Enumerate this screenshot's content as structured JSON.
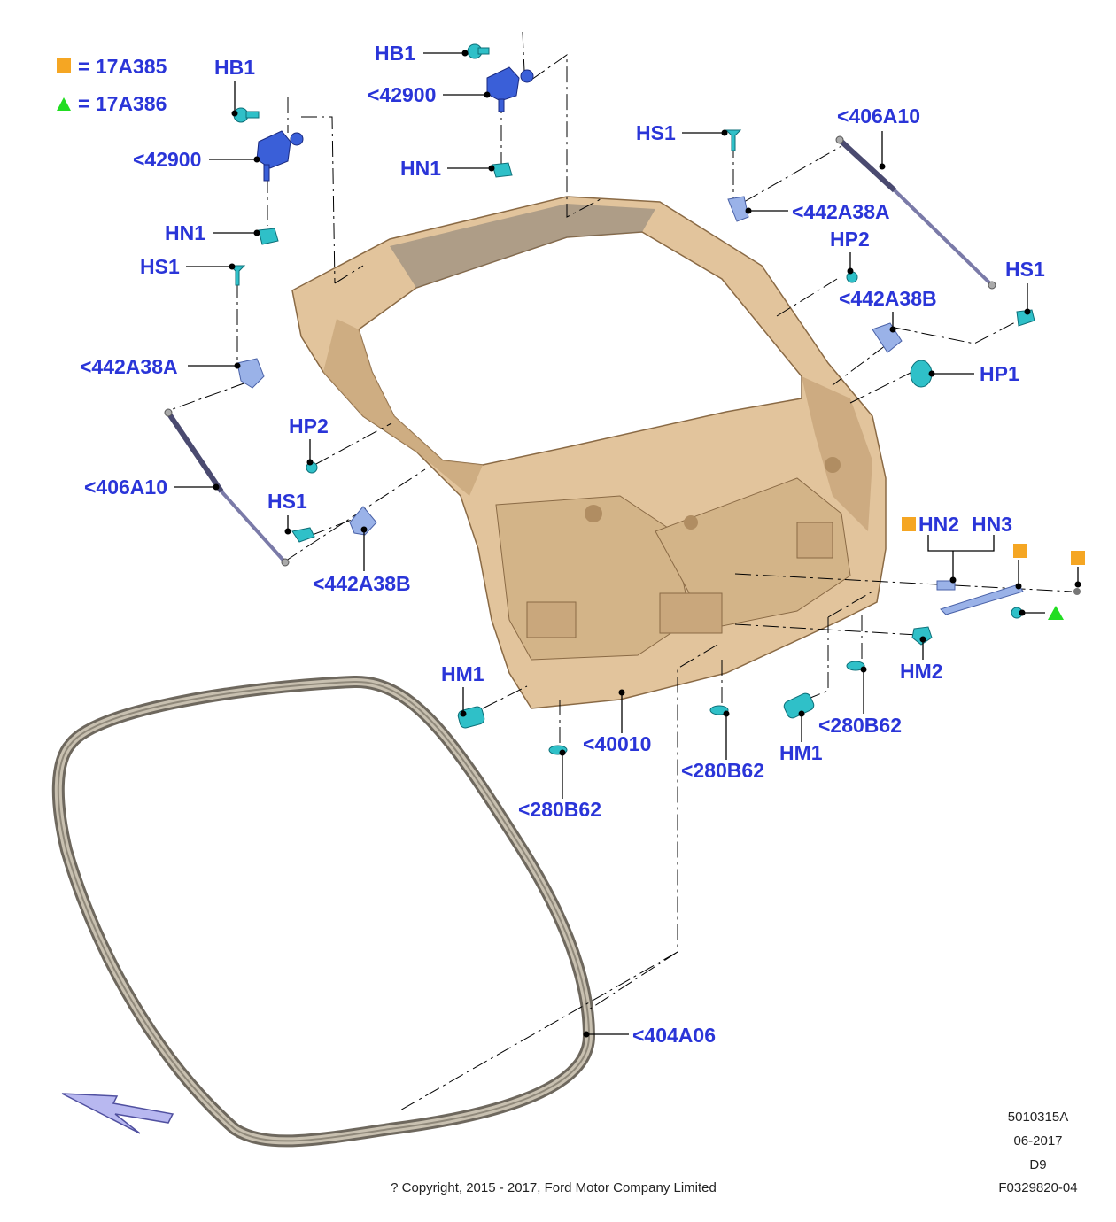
{
  "legend": {
    "square": {
      "label": "= 17A385",
      "color": "#f5a623"
    },
    "triangle": {
      "label": "= 17A386",
      "color": "#22dd22"
    }
  },
  "callouts": {
    "hb1_left": "HB1",
    "p42900_left": "<42900",
    "hn1_left": "HN1",
    "hs1_left_top": "HS1",
    "p442a38a_left": "<442A38A",
    "p406a10_left": "<406A10",
    "hp2_left": "HP2",
    "hs1_left_bottom": "HS1",
    "p442a38b_left": "<442A38B",
    "hb1_top": "HB1",
    "p42900_top": "<42900",
    "hn1_top": "HN1",
    "hs1_right_top": "HS1",
    "p406a10_right": "<406A10",
    "p442a38a_right": "<442A38A",
    "hp2_right": "HP2",
    "hs1_right": "HS1",
    "p442a38b_right": "<442A38B",
    "hp1": "HP1",
    "hn2": "HN2",
    "hn3": "HN3",
    "hm1_left": "HM1",
    "p40010": "<40010",
    "p280b62_a": "<280B62",
    "p280b62_b": "<280B62",
    "p280b62_c": "<280B62",
    "hm1_right": "HM1",
    "hm2": "HM2",
    "p404a06": "<404A06"
  },
  "footer": {
    "illustration_id": "5010315A",
    "date": "06-2017",
    "code": "D9",
    "figure_id": "F0329820-04",
    "copyright": "? Copyright, 2015 - 2017, Ford Motor Company Limited"
  },
  "colors": {
    "callout_text": "#2a35d8",
    "liftgate": "#e2c49c",
    "fastener": "#2fc0c8",
    "latch": "#3a5fd8",
    "seal": "#a39a8a"
  }
}
